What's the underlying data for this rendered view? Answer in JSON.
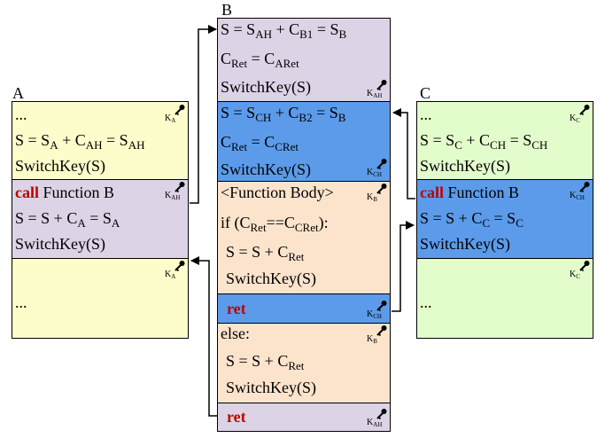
{
  "labels": {
    "a": "A",
    "b": "B",
    "c": "C"
  },
  "colors": {
    "yellow": "#fdfdcb",
    "purple": "#dcd3e6",
    "blue": "#5b9bea",
    "peach": "#fce3cc",
    "green": "#e3fccb",
    "keyword": "#c00000"
  },
  "column_a": {
    "block1": {
      "l1": "...",
      "l2a": "S = S",
      "l2b": "A",
      "l2c": " + C",
      "l2d": "AH",
      "l2e": " = S",
      "l2f": "AH",
      "l3": "SwitchKey(S)",
      "key": "K",
      "key_sub": "A"
    },
    "block2": {
      "kw": "call",
      "l1": " Function B",
      "l2a": "S = S + C",
      "l2b": "A",
      "l2c": " = S",
      "l2d": "A",
      "l3": "SwitchKey(S)",
      "key": "K",
      "key_sub": "AH"
    },
    "block3": {
      "l1": "...",
      "key": "K",
      "key_sub": "A"
    }
  },
  "column_b": {
    "block1": {
      "l1a": "S = S",
      "l1b": "AH",
      "l1c": " + C",
      "l1d": "B1",
      "l1e": " = S",
      "l1f": "B",
      "l2a": "C",
      "l2b": "Ret",
      "l2c": " = C",
      "l2d": "ARet",
      "l3": "SwitchKey(S)",
      "key": "K",
      "key_sub": "AH"
    },
    "block2": {
      "l1a": "S = S",
      "l1b": "CH",
      "l1c": " + C",
      "l1d": "B2",
      "l1e": " = S",
      "l1f": "B",
      "l2a": "C",
      "l2b": "Ret",
      "l2c": " = C",
      "l2d": "CRet",
      "l3": "SwitchKey(S)",
      "key": "K",
      "key_sub": "CH"
    },
    "block3": {
      "l1": "<Function Body>",
      "l2a": "if (C",
      "l2b": "Ret",
      "l2c": "==C",
      "l2d": "CRet",
      "l2e": "):",
      "l3a": "S = S + C",
      "l3b": "Ret",
      "l4": "SwitchKey(S)",
      "key": "K",
      "key_sub": "B"
    },
    "block4": {
      "kw": "ret",
      "key": "K",
      "key_sub": "CH"
    },
    "block5": {
      "l1": "else:",
      "l2a": "S = S + C",
      "l2b": "Ret",
      "l3": "SwitchKey(S)",
      "key": "K",
      "key_sub": "B"
    },
    "block6": {
      "kw": "ret",
      "key": "K",
      "key_sub": "AH"
    }
  },
  "column_c": {
    "block1": {
      "l1": "...",
      "l2a": "S = S",
      "l2b": "C",
      "l2c": " + C",
      "l2d": "CH",
      "l2e": " = S",
      "l2f": "CH",
      "l3": "SwitchKey(S)",
      "key": "K",
      "key_sub": "C"
    },
    "block2": {
      "kw": "call",
      "l1": " Function B",
      "l2a": "S = S + C",
      "l2b": "C",
      "l2c": " = S",
      "l2d": "C",
      "l3": "SwitchKey(S)",
      "key": "K",
      "key_sub": "CH"
    },
    "block3": {
      "l1": "...",
      "key": "K",
      "key_sub": "C"
    }
  }
}
